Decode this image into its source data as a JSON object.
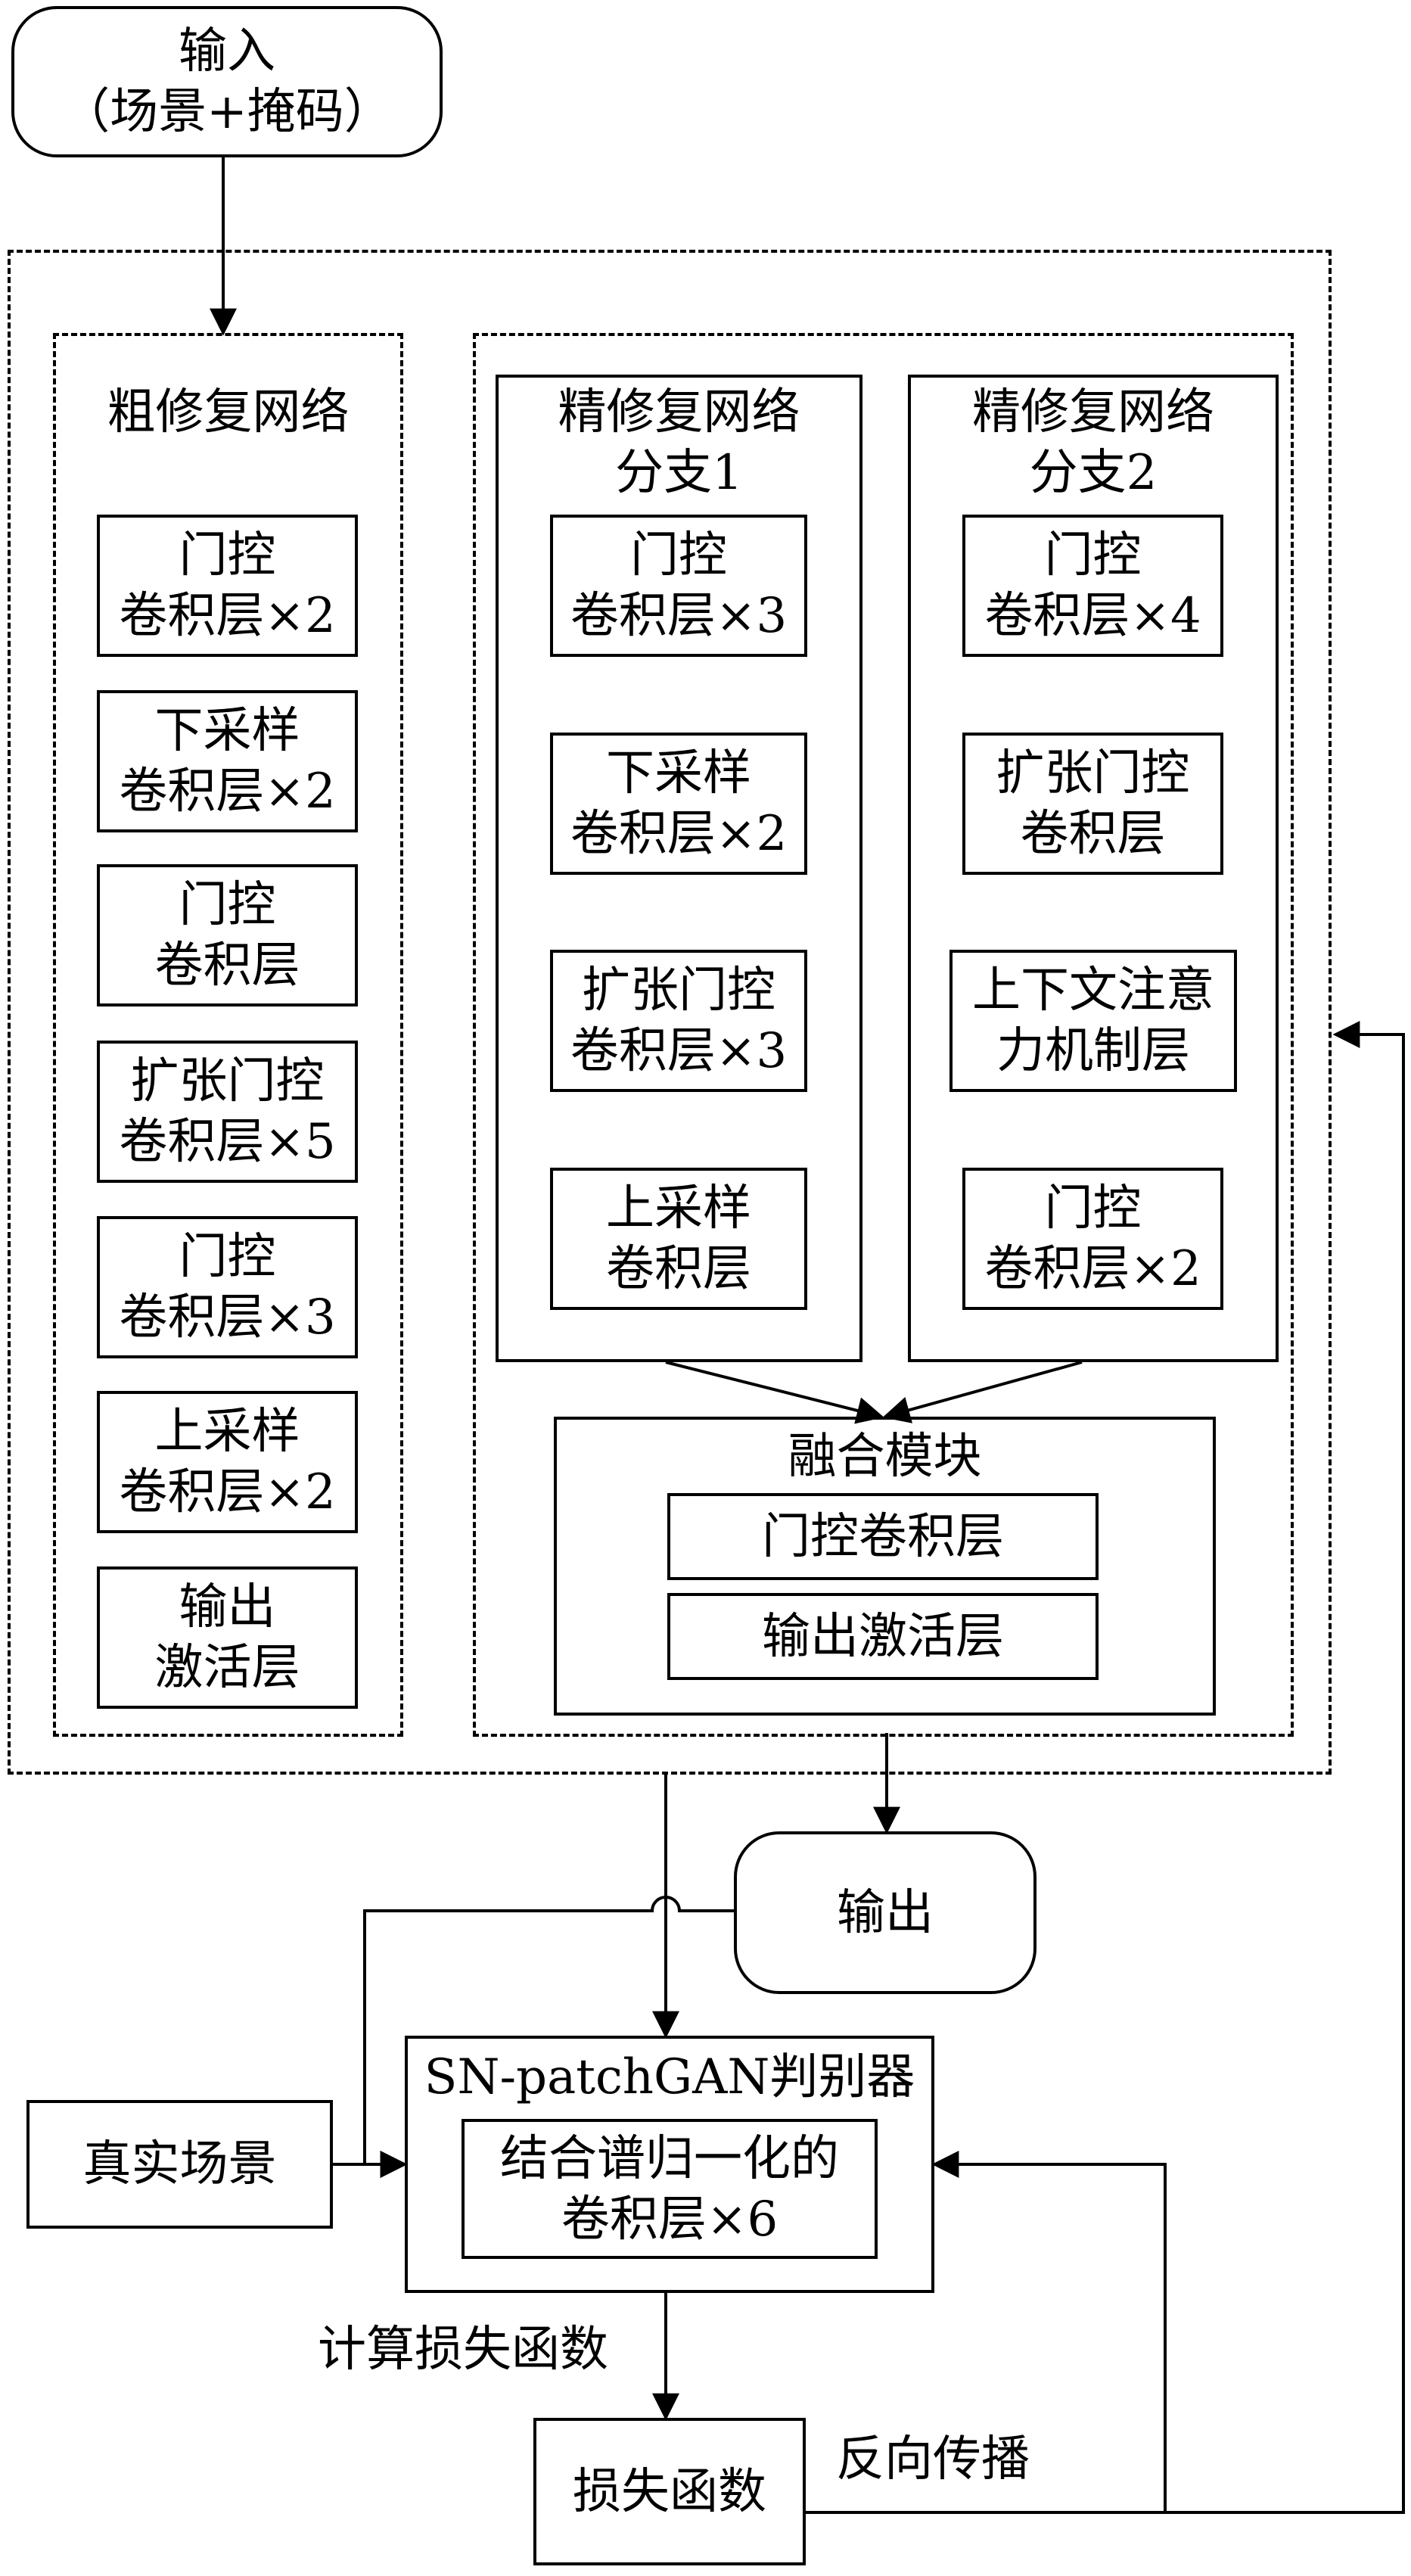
{
  "input": "输入\n（场景+掩码）",
  "coarse": {
    "title": "粗修复网络",
    "layers": [
      "门控\n卷积层×2",
      "下采样\n卷积层×2",
      "门控\n卷积层",
      "扩张门控\n卷积层×5",
      "门控\n卷积层×3",
      "上采样\n卷积层×2",
      "输出\n激活层"
    ]
  },
  "branch1": {
    "title": "精修复网络\n分支1",
    "layers": [
      "门控\n卷积层×3",
      "下采样\n卷积层×2",
      "扩张门控\n卷积层×3",
      "上采样\n卷积层"
    ]
  },
  "branch2": {
    "title": "精修复网络\n分支2",
    "layers": [
      "门控\n卷积层×4",
      "扩张门控\n卷积层",
      "上下文注意\n力机制层",
      "门控\n卷积层×2"
    ]
  },
  "fusion": {
    "title": "融合模块",
    "layers": [
      "门控卷积层",
      "输出激活层"
    ]
  },
  "output": "输出",
  "discriminator": {
    "title": "SN-patchGAN判别器",
    "inner": "结合谱归一化的\n卷积层×6"
  },
  "real_scene": "真实场景",
  "compute_loss": "计算损失函数",
  "loss": "损失函数",
  "backprop": "反向传播"
}
